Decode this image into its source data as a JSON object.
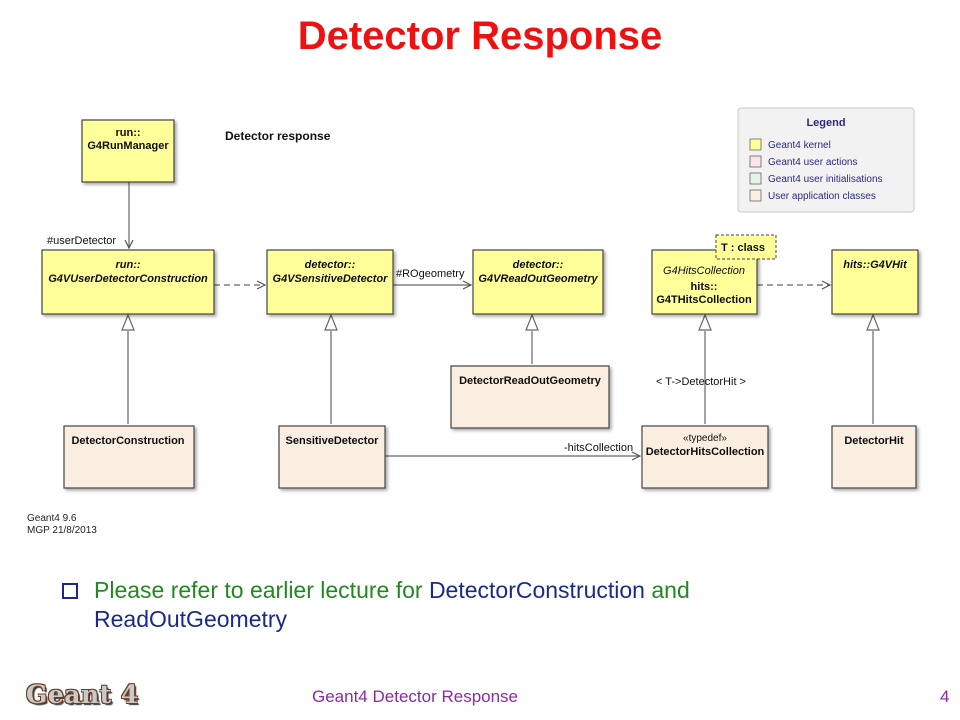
{
  "slide": {
    "title": "Detector Response",
    "footer_text": "Geant4 Detector Response",
    "page_number": "4",
    "logo_text": "Geant 4",
    "bullet": {
      "text_1": "Please refer to earlier lecture for ",
      "highlight_1": "DetectorConstruction",
      "text_2": " and ",
      "highlight_2": "ReadOutGeometry"
    }
  },
  "diagram": {
    "heading": "Detector response",
    "version_line_1": "Geant4 9.6",
    "version_line_2": "MGP 21/8/2013",
    "colors": {
      "kernel": "#ffff99",
      "user_actions": "#fbe4ea",
      "user_initialisations": "#e6f5e3",
      "user_application": "#faeee0"
    },
    "legend": {
      "title": "Legend",
      "items": [
        {
          "label": "Geant4 kernel",
          "color": "#ffff99"
        },
        {
          "label": "Geant4 user actions",
          "color": "#fbe4ea"
        },
        {
          "label": "Geant4 user initialisations",
          "color": "#e6f5e3"
        },
        {
          "label": "User application classes",
          "color": "#faeee0"
        }
      ]
    },
    "classes": {
      "run_manager": {
        "line1": "run::",
        "line2": "G4RunManager"
      },
      "user_detector_construction": {
        "line1": "run::",
        "line2": "G4VUserDetectorConstruction"
      },
      "sensitive_detector_base": {
        "line1": "detector::",
        "line2": "G4VSensitiveDetector"
      },
      "readout_geometry_base": {
        "line1": "detector::",
        "line2": "G4VReadOutGeometry"
      },
      "hits_collection": {
        "line1": "G4HitsCollection",
        "line2": "hits::",
        "line3": "G4THitsCollection"
      },
      "template_param": "T : class",
      "vhit": {
        "line1": "hits::G4VHit"
      },
      "detector_readout_geometry": {
        "line1": "DetectorReadOutGeometry"
      },
      "detector_construction": {
        "line1": "DetectorConstruction"
      },
      "sensitive_detector": {
        "line1": "SensitiveDetector"
      },
      "detector_hits_collection": {
        "line1": "«typedef»",
        "line2": "DetectorHitsCollection"
      },
      "detector_hit": {
        "line1": "DetectorHit"
      }
    },
    "edge_labels": {
      "user_detector": "#userDetector",
      "ro_geometry": "#ROgeometry",
      "binding": "< T->DetectorHit >",
      "hits_collection": "-hitsCollection"
    }
  }
}
